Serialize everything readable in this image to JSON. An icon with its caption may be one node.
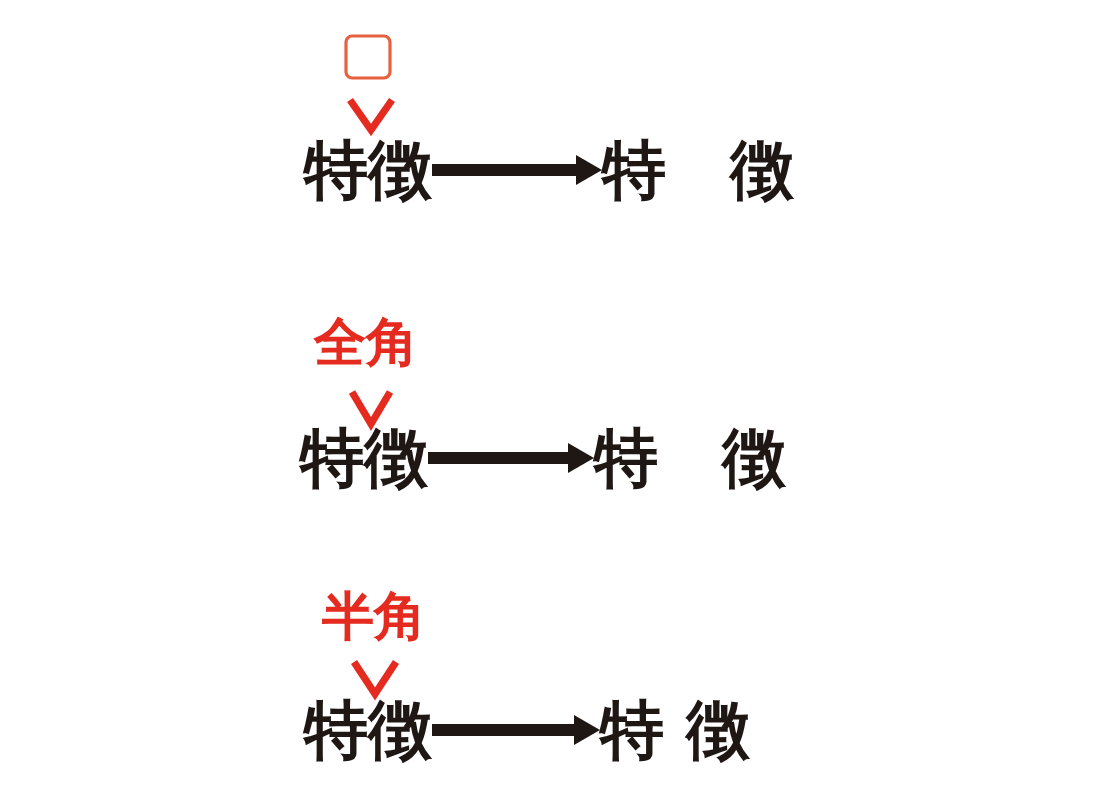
{
  "diagram": {
    "nodes": [
      {
        "text": [
          "特徴"
        ]
      },
      {
        "text": [
          "特　徴"
        ]
      },
      {
        "text": [
          "特徴"
        ]
      },
      {
        "text": [
          "特　徴"
        ]
      },
      {
        "text": [
          "特徴"
        ]
      },
      {
        "text": [
          "特 徴"
        ]
      }
    ],
    "edges": [
      {
        "from": 0,
        "to": 1,
        "arrow": "to"
      },
      {
        "from": 2,
        "to": 3,
        "arrow": "to"
      },
      {
        "from": 4,
        "to": 5,
        "arrow": "to"
      }
    ],
    "labels": [
      "全角",
      "半角"
    ]
  }
}
